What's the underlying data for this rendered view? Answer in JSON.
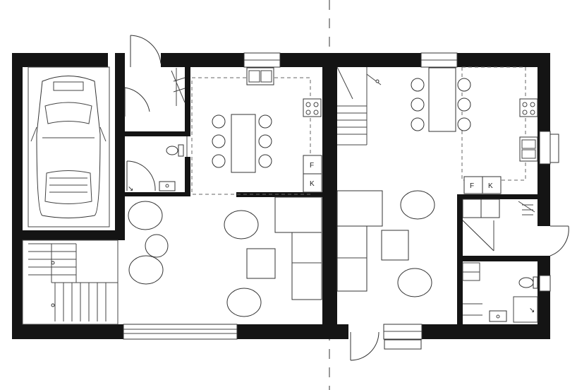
{
  "appliance_labels": {
    "left_fridge": "F",
    "left_freezer": "K",
    "right_fridge": "F",
    "right_freezer": "K"
  }
}
